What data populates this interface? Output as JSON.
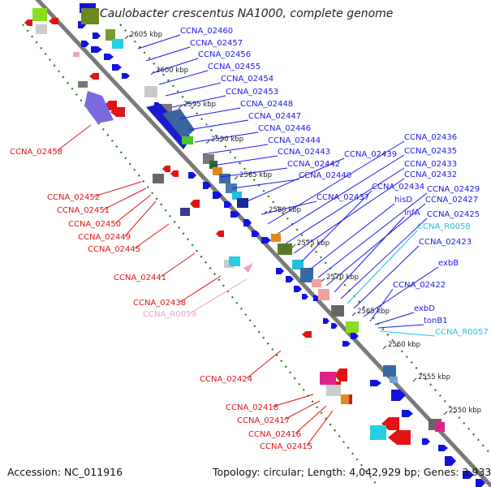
{
  "title": "Caulobacter crescentus NA1000, complete genome",
  "footer": {
    "accession": "Accession: NC_011916",
    "topology": "Topology: circular; Length: 4,042,929 bp; Genes: 3,933"
  },
  "colors": {
    "forward_label": "#1a1ae6",
    "reverse_label": "#e01414",
    "rna_label_forward": "#1ec0e0",
    "rna_label_reverse": "#f0a0c8",
    "backbone": "#7a7a7a",
    "ruler": "#1e7a1e"
  },
  "ticks": [
    {
      "label": "2605 kbp"
    },
    {
      "label": "2600 kbp"
    },
    {
      "label": "2595 kbp"
    },
    {
      "label": "2590 kbp"
    },
    {
      "label": "2585 kbp"
    },
    {
      "label": "2580 kbp"
    },
    {
      "label": "2575 kbp"
    },
    {
      "label": "2570 kbp"
    },
    {
      "label": "2565 kbp"
    },
    {
      "label": "2560 kbp"
    },
    {
      "label": "2555 kbp"
    },
    {
      "label": "2550 kbp"
    }
  ],
  "forward_labels": [
    {
      "text": "CCNA_02460"
    },
    {
      "text": "CCNA_02457"
    },
    {
      "text": "CCNA_02456"
    },
    {
      "text": "CCNA_02455"
    },
    {
      "text": "CCNA_02454"
    },
    {
      "text": "CCNA_02453"
    },
    {
      "text": "CCNA_02448"
    },
    {
      "text": "CCNA_02447"
    },
    {
      "text": "CCNA_02446"
    },
    {
      "text": "CCNA_02444"
    },
    {
      "text": "CCNA_02443"
    },
    {
      "text": "CCNA_02442"
    },
    {
      "text": "CCNA_02440"
    },
    {
      "text": "CCNA_02439"
    },
    {
      "text": "CCNA_02437"
    },
    {
      "text": "CCNA_02436"
    },
    {
      "text": "CCNA_02435"
    },
    {
      "text": "CCNA_02433"
    },
    {
      "text": "CCNA_02432"
    },
    {
      "text": "CCNA_02434"
    },
    {
      "text": "hisD"
    },
    {
      "text": "CCNA_02429"
    },
    {
      "text": "CCNA_02427"
    },
    {
      "text": "infA"
    },
    {
      "text": "CCNA_02425"
    },
    {
      "text": "CCNA_R0058",
      "rna": true
    },
    {
      "text": "CCNA_02423"
    },
    {
      "text": "exbB"
    },
    {
      "text": "CCNA_02422"
    },
    {
      "text": "exbD"
    },
    {
      "text": "tonB1"
    },
    {
      "text": "CCNA_R0057",
      "rna": true
    }
  ],
  "reverse_labels": [
    {
      "text": "CCNA_02458"
    },
    {
      "text": "CCNA_02452"
    },
    {
      "text": "CCNA_02451"
    },
    {
      "text": "CCNA_02450"
    },
    {
      "text": "CCNA_02449"
    },
    {
      "text": "CCNA_02445"
    },
    {
      "text": "CCNA_02441"
    },
    {
      "text": "CCNA_02438"
    },
    {
      "text": "CCNA_R0059",
      "rna": true
    },
    {
      "text": "CCNA_02424"
    },
    {
      "text": "CCNA_02418"
    },
    {
      "text": "CCNA_02417"
    },
    {
      "text": "CCNA_02416"
    },
    {
      "text": "CCNA_02415"
    }
  ]
}
